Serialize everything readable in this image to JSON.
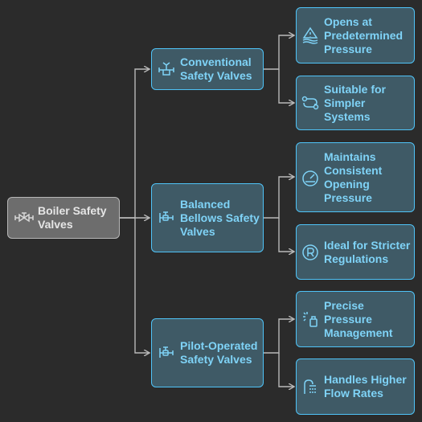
{
  "root": {
    "label": "Boiler Safety Valves",
    "icon": "valve-icon"
  },
  "branches": [
    {
      "label": "Conventional Safety Valves",
      "icon": "valve-icon",
      "children": [
        {
          "label": "Opens at Predetermined Pressure",
          "icon": "pressure-release-icon"
        },
        {
          "label": "Suitable for Simpler Systems",
          "icon": "workflow-icon"
        }
      ]
    },
    {
      "label": "Balanced Bellows Safety Valves",
      "icon": "pipe-valve-icon",
      "children": [
        {
          "label": "Maintains Consistent Opening Pressure",
          "icon": "gauge-icon"
        },
        {
          "label": "Ideal for Stricter Regulations",
          "icon": "registered-icon"
        }
      ]
    },
    {
      "label": "Pilot-Operated Safety Valves",
      "icon": "pipe-valve-icon",
      "children": [
        {
          "label": "Precise Pressure Management",
          "icon": "spray-icon"
        },
        {
          "label": "Handles Higher Flow Rates",
          "icon": "shower-icon"
        }
      ]
    }
  ],
  "colors": {
    "background": "#2b2b2b",
    "node_fill": "#3f5a66",
    "node_border": "#4fc3f7",
    "node_text": "#7fd3f7",
    "root_fill": "#6d6d6d",
    "root_border": "#b7b7b7",
    "root_text": "#e6e6e6",
    "connector": "#b9b9b9"
  }
}
